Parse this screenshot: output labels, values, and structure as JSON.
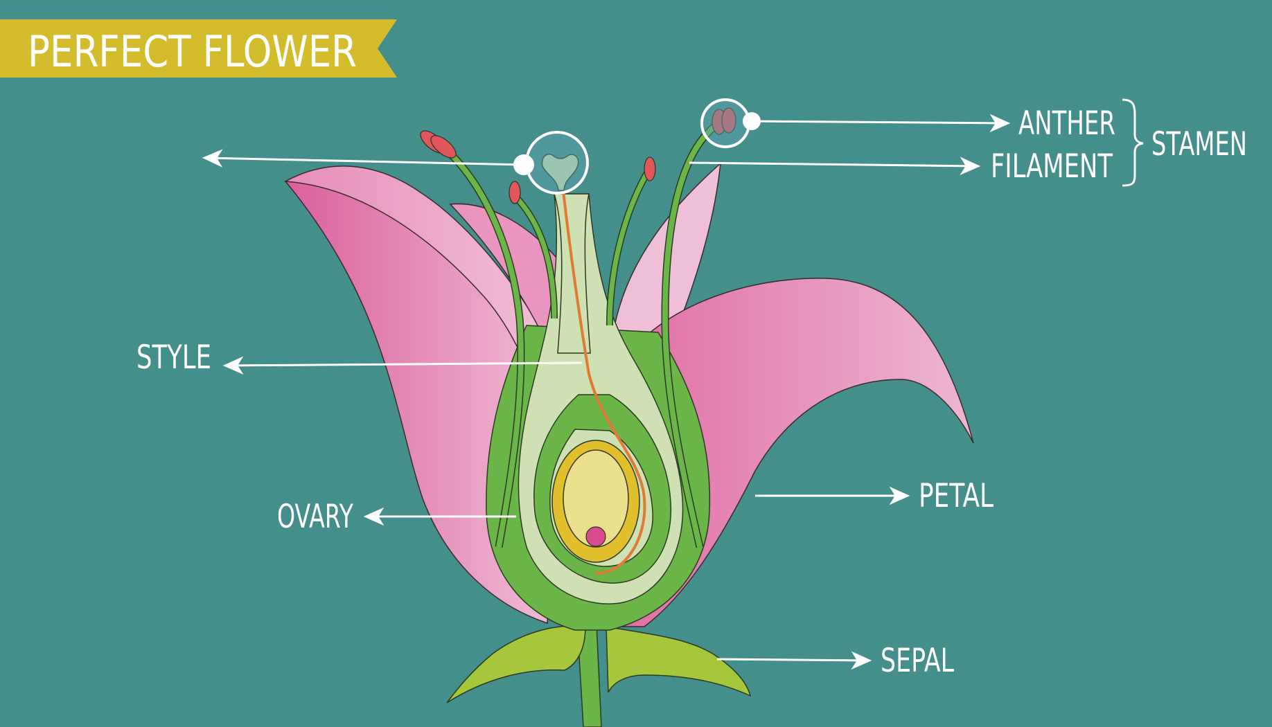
{
  "title": "PERFECT FLOWER",
  "labels": {
    "anther": "ANTHER",
    "filament": "FILAMENT",
    "stamen": "STAMEN",
    "style": "STYLE",
    "ovary": "OVARY",
    "petal": "PETAL",
    "sepal": "SEPAL"
  },
  "colors": {
    "background": "#448e8c",
    "banner": "#d4bd2c",
    "petal_dark": "#df6fa6",
    "petal_light": "#ecb6d1",
    "stem_green": "#6cb548",
    "sepal_green": "#a6c63b",
    "pistil_pale": "#cfe0b4",
    "ovule_yellow": "#e1bf2d",
    "ovule_inner": "#ecdf8e",
    "anther_red": "#e2555d",
    "pollen_tube": "#e07a35",
    "label_white": "#ffffff"
  }
}
